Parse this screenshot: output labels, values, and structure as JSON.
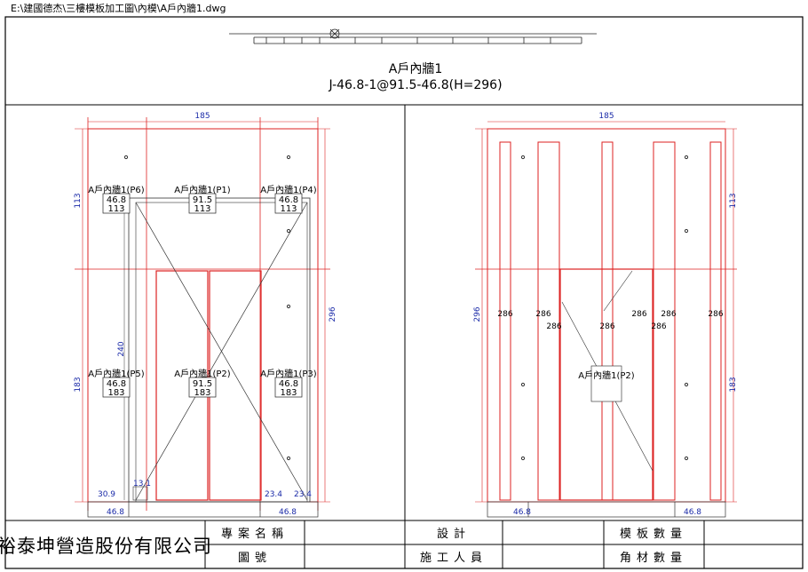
{
  "file_path": "E:\\建國德杰\\三樓模板加工圖\\內模\\A戶內牆1.dwg",
  "header": {
    "title": "A戶內牆1",
    "subtitle": "J-46.8-1@91.5-46.8(H=296)"
  },
  "left_view": {
    "top_dim": "185",
    "right_dim": "296",
    "left_top_dim": "113",
    "left_bottom_dim": "183",
    "inner_dim": "240",
    "dim_13": "13.1",
    "dim_30": "30.9",
    "dim_234a": "23.4",
    "dim_234b": "23.4",
    "bottom_left": "46.8",
    "bottom_right": "46.8",
    "panels": [
      {
        "label": "A戶內牆1(P6)",
        "w": "46.8",
        "h": "113"
      },
      {
        "label": "A戶內牆1(P1)",
        "w": "91.5",
        "h": "113"
      },
      {
        "label": "A戶內牆1(P4)",
        "w": "46.8",
        "h": "113"
      },
      {
        "label": "A戶內牆1(P5)",
        "w": "46.8",
        "h": "183"
      },
      {
        "label": "A戶內牆1(P2)",
        "w": "91.5",
        "h": "183"
      },
      {
        "label": "A戶內牆1(P3)",
        "w": "46.8",
        "h": "183"
      }
    ]
  },
  "right_view": {
    "top_dim": "185",
    "right_top_dim": "113",
    "right_bottom_dim": "183",
    "left_dim": "296",
    "bottom_left": "46.8",
    "bottom_right": "46.8",
    "center_label": "A戶內牆1(P2)",
    "stud_values": [
      "286",
      "286",
      "286",
      "286",
      "286",
      "286",
      "286",
      "286"
    ]
  },
  "title_block": {
    "company": "裕泰坤營造股份有限公司",
    "project_name_label": "專案名稱",
    "drawing_no_label": "圖號",
    "design_label": "設計",
    "worker_label": "施工人員",
    "panel_qty_label": "模板數量",
    "angle_qty_label": "角材數量"
  }
}
